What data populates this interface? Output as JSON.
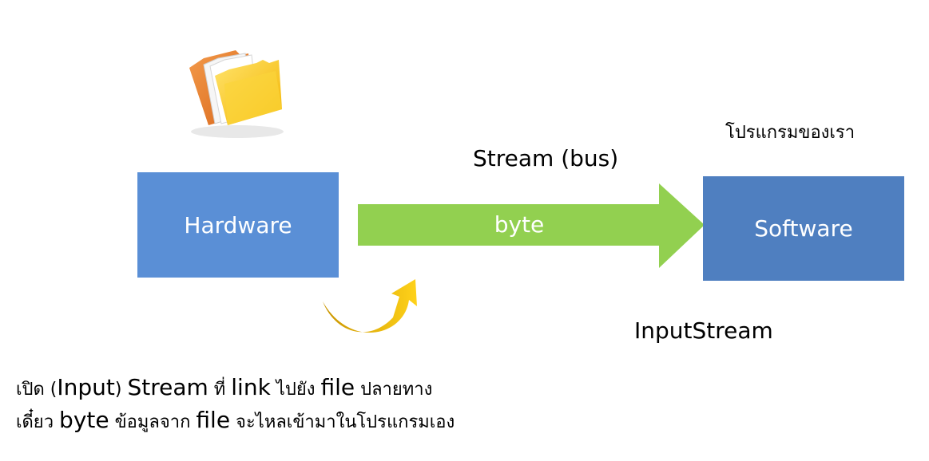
{
  "boxes": {
    "hardware": "Hardware",
    "software": "Software"
  },
  "arrow": {
    "label": "byte",
    "title": "Stream (bus)",
    "color": "#92d050"
  },
  "program_label": "โปรแกรมของเรา",
  "inputstream_label": "InputStream",
  "caption": {
    "line1": {
      "a": "เปิด (",
      "b": "Input",
      "c": ") ",
      "d": "Stream",
      "e": " ที่ ",
      "f": "link",
      "g": " ไปยัง ",
      "h": "file",
      "i": " ปลายทาง"
    },
    "line2": {
      "a": "เดี๋ยว ",
      "b": "byte",
      "c": " ข้อมูลจาก ",
      "d": "file",
      "e": " จะไหลเข้ามาในโปรแกรมเอง"
    }
  },
  "icons": {
    "folder": "folder-icon",
    "curve": "curved-arrow-icon"
  },
  "colors": {
    "hardware_box": "#5a8fd6",
    "software_box": "#4f7fc0",
    "curve_arrow": "#e6b800"
  }
}
